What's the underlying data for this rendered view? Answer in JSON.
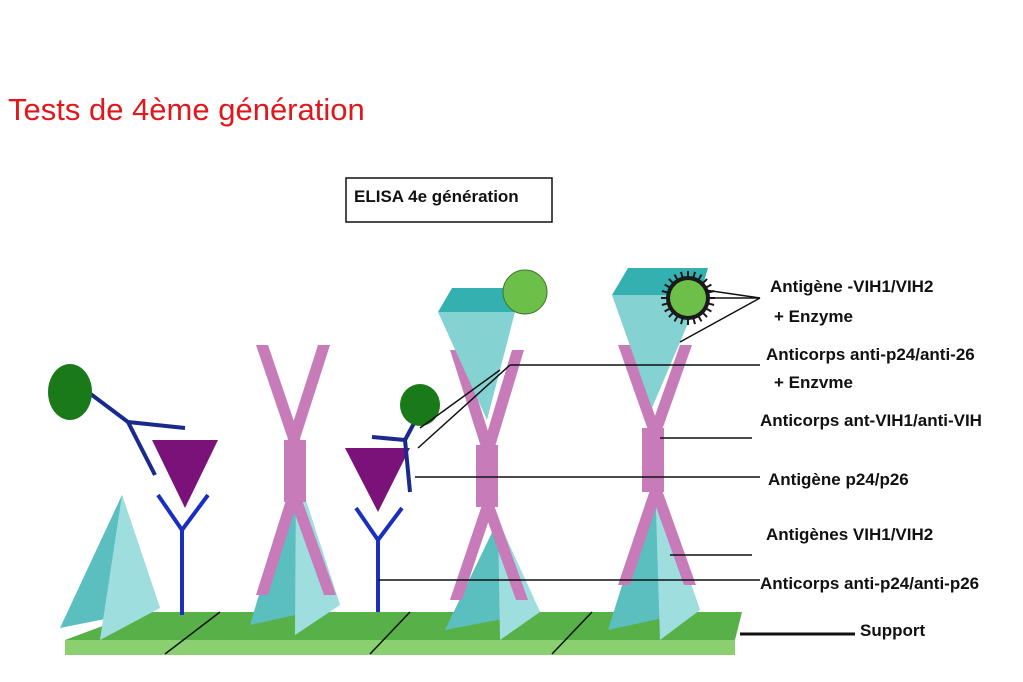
{
  "slide": {
    "title": "Tests de 4ème génération"
  },
  "diagram": {
    "box_title": "ELISA 4e génération",
    "labels": {
      "antigene_vih": "Antigène -VIH1/VIH2",
      "plus_enzyme_1": "+ Enzyme",
      "anticorps_p24_26": "Anticorps anti-p24/anti-26",
      "plus_enzyme_2": "+ Enzvme",
      "anticorps_vih": "Anticorps ant-VIH1/anti-VIH",
      "antigene_p24": "Antigène p24/p26",
      "antigenes_vih": "Antigènes VIH1/VIH2",
      "anticorps_p24_p26": "Anticorps anti-p24/anti-p26",
      "support": "Support"
    },
    "colors": {
      "title": "#e0181c",
      "pyramid": "#7ecfcf",
      "antibody_x": "#c77bb8",
      "antibody_y": "#1a2fc0",
      "antigen_triangle": "#7a127a",
      "enzyme_circle": "#1a7a1a",
      "enzyme_light": "#6cc04a",
      "support": "#58b048"
    }
  }
}
